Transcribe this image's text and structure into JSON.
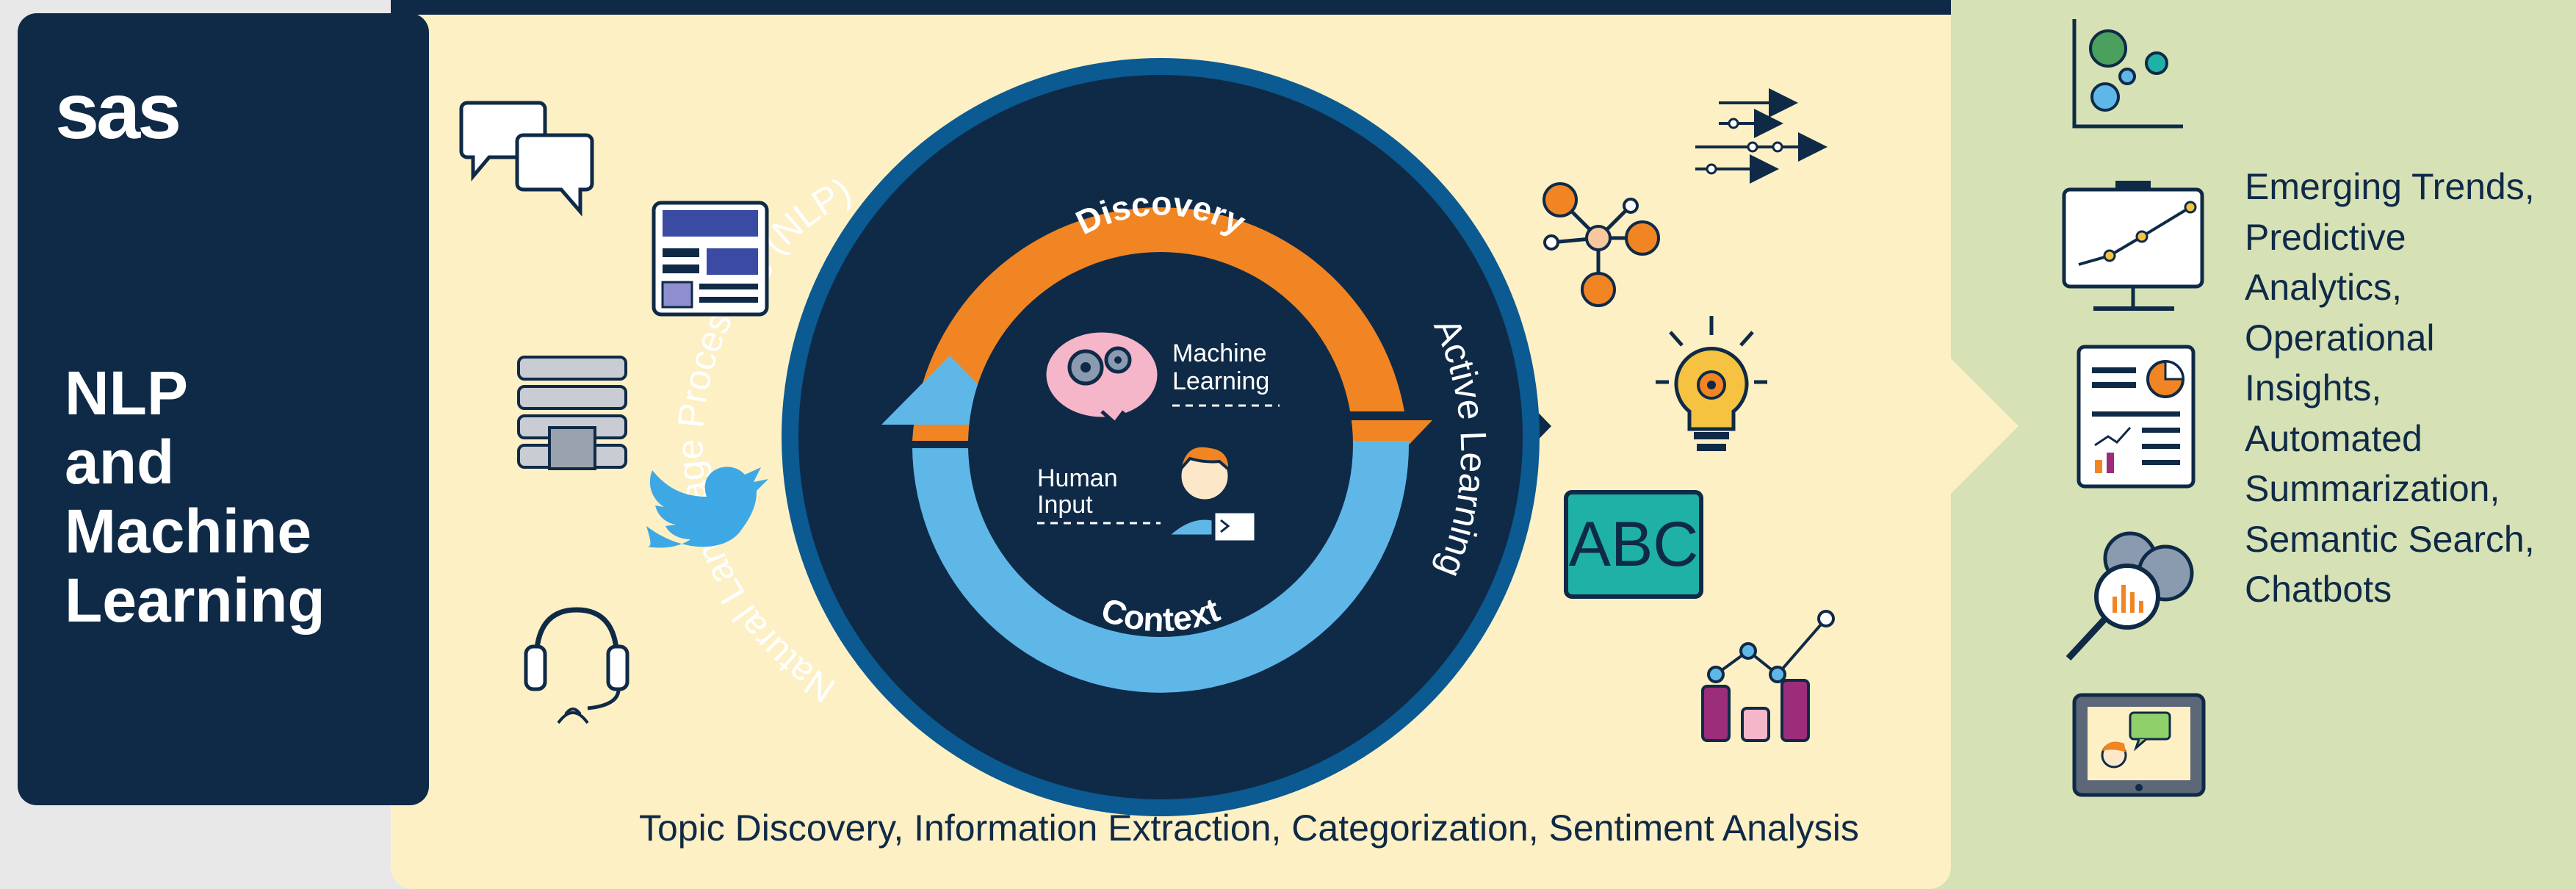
{
  "brand": {
    "logo_text": "sas"
  },
  "title_lines": [
    "NLP",
    "and",
    "Machine",
    "Learning"
  ],
  "cycle": {
    "outer_label": "Natural Language Processing (NLP)",
    "right_label": "Active Learning",
    "discovery_label": "Discovery",
    "context_label": "Context",
    "machine_learning_lines": [
      "Machine",
      "Learning"
    ],
    "human_input_lines": [
      "Human",
      "Input"
    ]
  },
  "data_source_icons": [
    "chat-bubbles-icon",
    "news-article-icon",
    "server-stack-icon",
    "twitter-bird-icon",
    "headset-icon"
  ],
  "middle_output_icons": [
    "network-graph-icon",
    "flow-arrows-icon",
    "lightbulb-gear-icon",
    "abc-text-icon",
    "bar-trend-chart-icon"
  ],
  "abc_label": "ABC",
  "insight_icons": [
    "scatter-plot-icon",
    "presentation-board-icon",
    "report-document-icon",
    "gears-magnifier-icon",
    "monitor-chat-icon"
  ],
  "outputs_list": [
    "Emerging Trends,",
    "Predictive",
    "Analytics,",
    "Operational",
    "Insights,",
    "Automated",
    "Summarization,",
    "Semantic Search,",
    "Chatbots"
  ],
  "bottom_caption": "Topic Discovery, Information Extraction, Categorization, Sentiment Analysis",
  "colors": {
    "navy": "#0f2a47",
    "ring_blue": "#0b5a91",
    "orange": "#f18523",
    "light_blue": "#5fb7e8",
    "cream": "#fdf0c4",
    "green": "#d6e1b5",
    "teal": "#1fb1a5"
  }
}
